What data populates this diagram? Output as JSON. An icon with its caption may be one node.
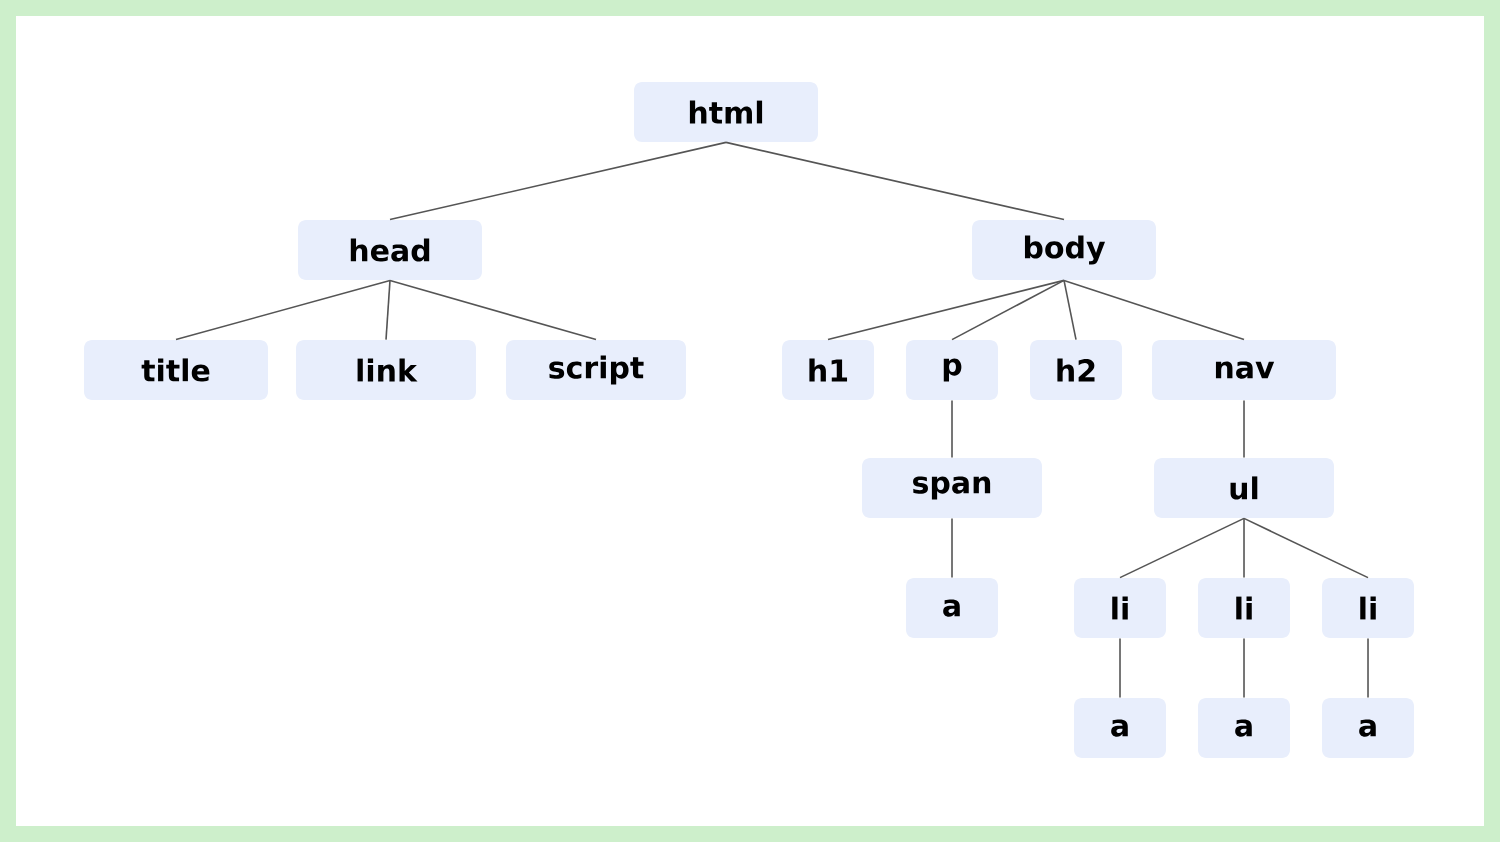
{
  "diagram": {
    "nodes": [
      {
        "text": [
          "html"
        ]
      },
      {
        "text": [
          "head"
        ]
      },
      {
        "text": [
          "body"
        ]
      },
      {
        "text": [
          "title"
        ]
      },
      {
        "text": [
          "link"
        ]
      },
      {
        "text": [
          "script"
        ]
      },
      {
        "text": [
          "h1"
        ]
      },
      {
        "text": [
          "p"
        ]
      },
      {
        "text": [
          "h2"
        ]
      },
      {
        "text": [
          "nav"
        ]
      },
      {
        "text": [
          "span"
        ]
      },
      {
        "text": [
          "a"
        ]
      },
      {
        "text": [
          "ul"
        ]
      },
      {
        "text": [
          "li"
        ]
      },
      {
        "text": [
          "li"
        ]
      },
      {
        "text": [
          "li"
        ]
      },
      {
        "text": [
          "a"
        ]
      },
      {
        "text": [
          "a"
        ]
      },
      {
        "text": [
          "a"
        ]
      }
    ],
    "edges": [
      {
        "from": 0,
        "to": 1,
        "arrow": "none"
      },
      {
        "from": 0,
        "to": 2,
        "arrow": "none"
      },
      {
        "from": 1,
        "to": 3,
        "arrow": "none"
      },
      {
        "from": 1,
        "to": 4,
        "arrow": "none"
      },
      {
        "from": 1,
        "to": 5,
        "arrow": "none"
      },
      {
        "from": 2,
        "to": 6,
        "arrow": "none"
      },
      {
        "from": 2,
        "to": 7,
        "arrow": "none"
      },
      {
        "from": 2,
        "to": 8,
        "arrow": "none"
      },
      {
        "from": 2,
        "to": 9,
        "arrow": "none"
      },
      {
        "from": 7,
        "to": 10,
        "arrow": "none"
      },
      {
        "from": 10,
        "to": 11,
        "arrow": "none"
      },
      {
        "from": 9,
        "to": 12,
        "arrow": "none"
      },
      {
        "from": 12,
        "to": 13,
        "arrow": "none"
      },
      {
        "from": 12,
        "to": 14,
        "arrow": "none"
      },
      {
        "from": 12,
        "to": 15,
        "arrow": "none"
      },
      {
        "from": 13,
        "to": 16,
        "arrow": "none"
      },
      {
        "from": 14,
        "to": 17,
        "arrow": "none"
      },
      {
        "from": 15,
        "to": 18,
        "arrow": "none"
      }
    ]
  }
}
